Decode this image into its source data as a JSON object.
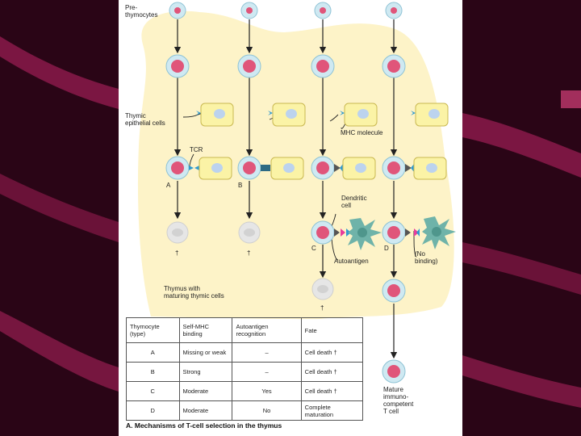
{
  "colors": {
    "background": "#2a0516",
    "stripe": "#8a1a4a",
    "thymus": "#fdf3c8",
    "nucleus": "#e0557a",
    "cell_ring": "#bfe3ef",
    "epithelial": "#fbf3a6",
    "epithelial_nucleus": "#bcd3ee",
    "tcr": "#2f9ad0",
    "autoantigen": "#e83c9c",
    "dendritic": "#6fb3a9"
  },
  "labels": {
    "pre_thymocytes": [
      "Pre-",
      "thymocytes"
    ],
    "thymic_epithelial": [
      "Thymic",
      "epithelial cells"
    ],
    "tcr": "TCR",
    "mhc_molecule": "MHC molecule",
    "dendritic_cell": [
      "Dendritic",
      "cell"
    ],
    "autoantigen": "Autoantigen",
    "no_binding": [
      "(No",
      "binding)"
    ],
    "thymus": [
      "Thymus with",
      "maturing thymic cells"
    ],
    "mature": [
      "Mature",
      "immuno-",
      "competent",
      "T cell"
    ],
    "dead": "†",
    "letters": {
      "a": "A",
      "b": "B",
      "c": "C",
      "d": "D"
    }
  },
  "table": {
    "headers": [
      "Thymocyte (type)",
      "Self-MHC binding",
      "Autoantigen recognition",
      "Fate"
    ],
    "rows": [
      {
        "type": "A",
        "binding": "Missing or weak",
        "recognition": "–",
        "fate": "Cell death",
        "dagger": "†"
      },
      {
        "type": "B",
        "binding": "Strong",
        "recognition": "–",
        "fate": "Cell death",
        "dagger": "†"
      },
      {
        "type": "C",
        "binding": "Moderate",
        "recognition": "Yes",
        "fate": "Cell death",
        "dagger": "†"
      },
      {
        "type": "D",
        "binding": "Moderate",
        "recognition": "No",
        "fate": "Complete maturation",
        "dagger": ""
      }
    ]
  },
  "caption": "A. Mechanisms of T-cell selection in the thymus"
}
